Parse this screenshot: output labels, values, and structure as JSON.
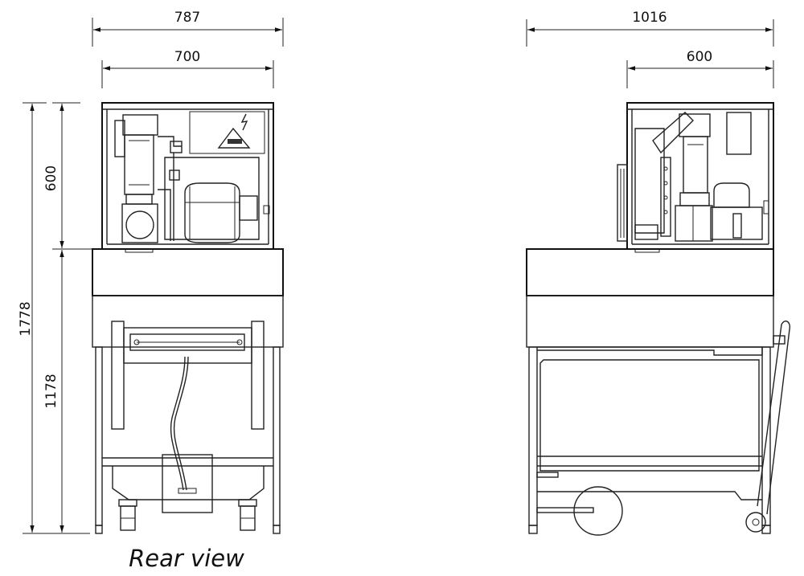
{
  "rear_view": {
    "caption": "Rear view",
    "dims": {
      "overall_width": "787",
      "inner_width": "700",
      "total_height": "1778",
      "top_unit_height": "600",
      "stand_height": "1178"
    }
  },
  "side_view": {
    "dims": {
      "overall_width": "1016",
      "inner_width": "600"
    }
  }
}
